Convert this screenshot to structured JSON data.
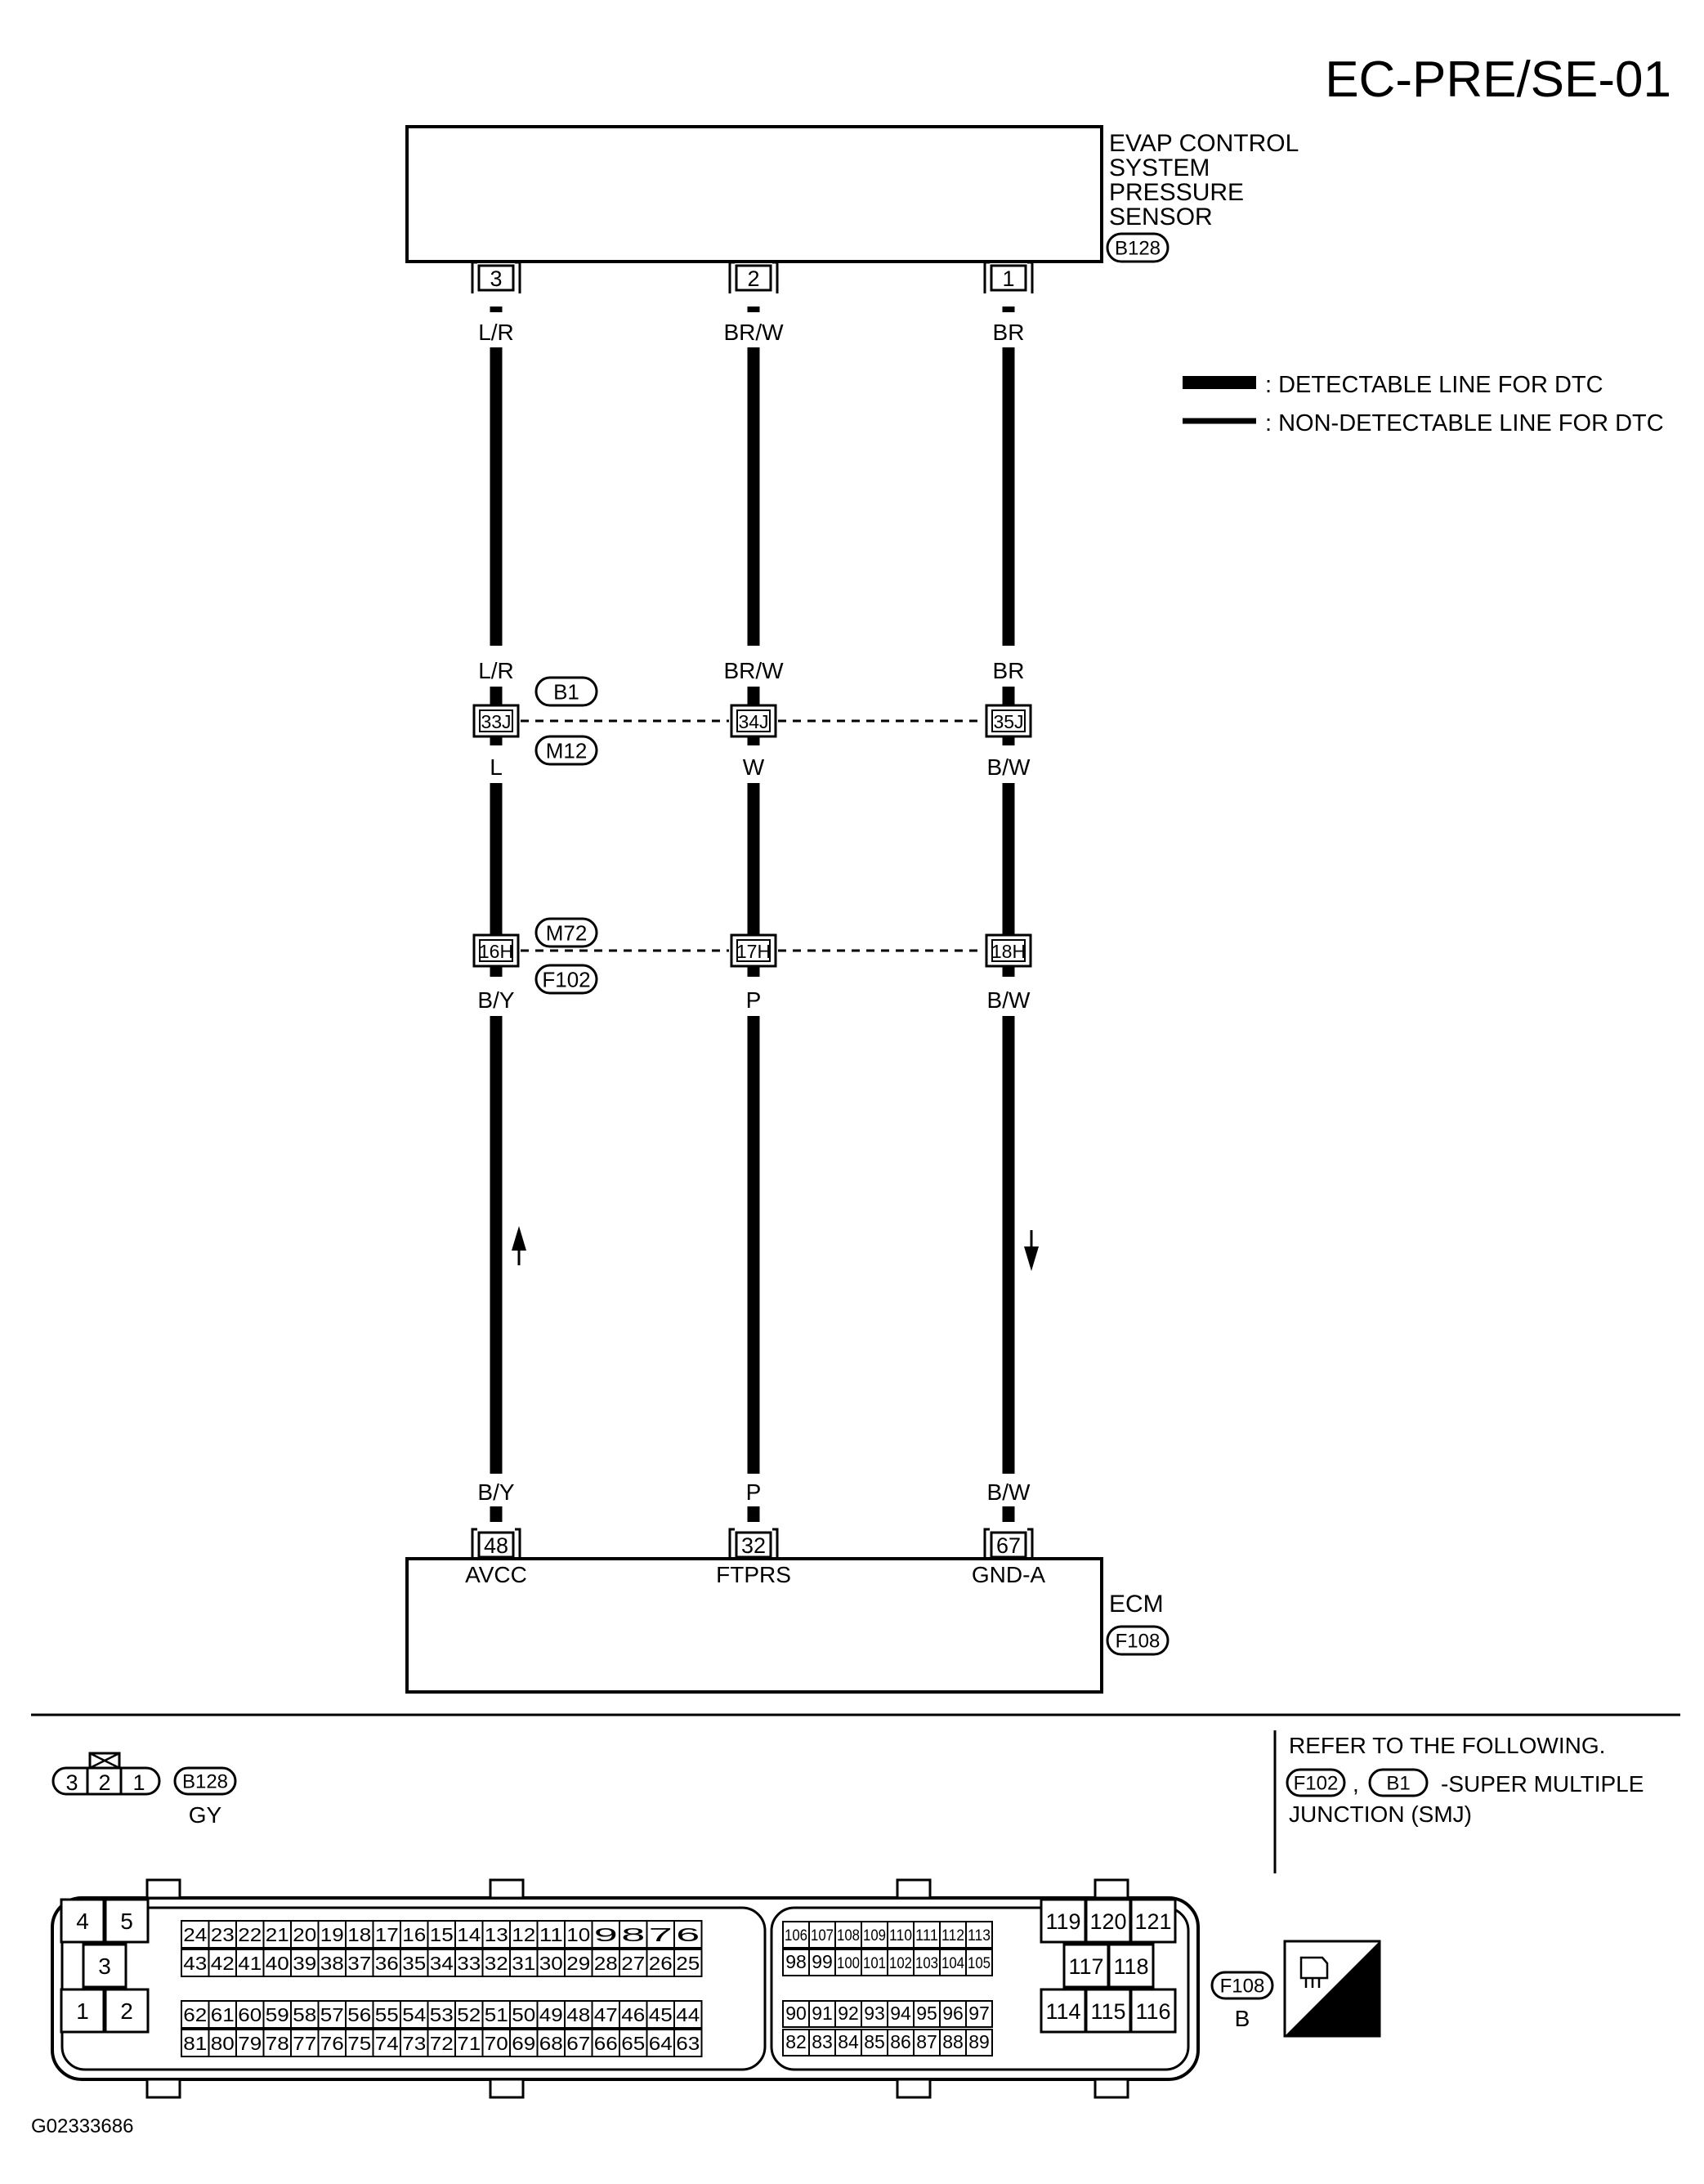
{
  "page_code": "EC-PRE/SE-01",
  "sensor": {
    "name_lines": [
      "EVAP CONTROL",
      "SYSTEM",
      "PRESSURE",
      "SENSOR"
    ],
    "connector_id": "B128",
    "pins": [
      "3",
      "2",
      "1"
    ]
  },
  "legend": {
    "detectable": ": DETECTABLE LINE FOR DTC",
    "non_detectable": ": NON-DETECTABLE LINE FOR DTC"
  },
  "wires": [
    {
      "sensor_pin": "3",
      "top_color": "L/R",
      "j1_color_above": "L/R",
      "j1_pin": "33J",
      "j1_color_below": "L",
      "j2_pin": "16H",
      "j2_color_below": "B/Y",
      "ecm_color": "B/Y",
      "ecm_pin": "48",
      "ecm_terminal": "AVCC",
      "direction": "up"
    },
    {
      "sensor_pin": "2",
      "top_color": "BR/W",
      "j1_color_above": "BR/W",
      "j1_pin": "34J",
      "j1_color_below": "W",
      "j2_pin": "17H",
      "j2_color_below": "P",
      "ecm_color": "P",
      "ecm_pin": "32",
      "ecm_terminal": "FTPRS",
      "direction": ""
    },
    {
      "sensor_pin": "1",
      "top_color": "BR",
      "j1_color_above": "BR",
      "j1_pin": "35J",
      "j1_color_below": "B/W",
      "j2_pin": "18H",
      "j2_color_below": "B/W",
      "ecm_color": "B/W",
      "ecm_pin": "67",
      "ecm_terminal": "GND-A",
      "direction": "down"
    }
  ],
  "junction_1": {
    "connector_a": "B1",
    "connector_b": "M12"
  },
  "junction_2": {
    "connector_a": "M72",
    "connector_b": "F102"
  },
  "ecm": {
    "name": "ECM",
    "connector_id": "F108"
  },
  "bottom": {
    "b128_face": {
      "pins": [
        "3",
        "2",
        "1"
      ],
      "connector_id": "B128",
      "color": "GY"
    },
    "refer": {
      "line1": "REFER TO THE FOLLOWING.",
      "conn_a": "F102",
      "comma": ",",
      "conn_b": "B1",
      "suffix": "-SUPER MULTIPLE",
      "line3": "JUNCTION (SMJ)"
    },
    "f108_face": {
      "connector_id": "F108",
      "color": "B",
      "left_block": [
        "4",
        "5",
        "3",
        "1",
        "2"
      ],
      "mid_rows": [
        [
          "24",
          "23",
          "22",
          "21",
          "20",
          "19",
          "18",
          "17",
          "16",
          "15",
          "14",
          "13",
          "12",
          "11",
          "10",
          "9",
          "8",
          "7",
          "6"
        ],
        [
          "43",
          "42",
          "41",
          "40",
          "39",
          "38",
          "37",
          "36",
          "35",
          "34",
          "33",
          "32",
          "31",
          "30",
          "29",
          "28",
          "27",
          "26",
          "25"
        ],
        [
          "62",
          "61",
          "60",
          "59",
          "58",
          "57",
          "56",
          "55",
          "54",
          "53",
          "52",
          "51",
          "50",
          "49",
          "48",
          "47",
          "46",
          "45",
          "44"
        ],
        [
          "81",
          "80",
          "79",
          "78",
          "77",
          "76",
          "75",
          "74",
          "73",
          "72",
          "71",
          "70",
          "69",
          "68",
          "67",
          "66",
          "65",
          "64",
          "63"
        ]
      ],
      "right_rows": [
        [
          "106",
          "107",
          "108",
          "109",
          "110",
          "111",
          "112",
          "113"
        ],
        [
          "98",
          "99",
          "100",
          "101",
          "102",
          "103",
          "104",
          "105"
        ],
        [
          "90",
          "91",
          "92",
          "93",
          "94",
          "95",
          "96",
          "97"
        ],
        [
          "82",
          "83",
          "84",
          "85",
          "86",
          "87",
          "88",
          "89"
        ]
      ],
      "far_right": [
        "119",
        "120",
        "121",
        "117",
        "118",
        "114",
        "115",
        "116"
      ]
    },
    "hs_label": "H.S.",
    "figure_id": "G02333686"
  }
}
